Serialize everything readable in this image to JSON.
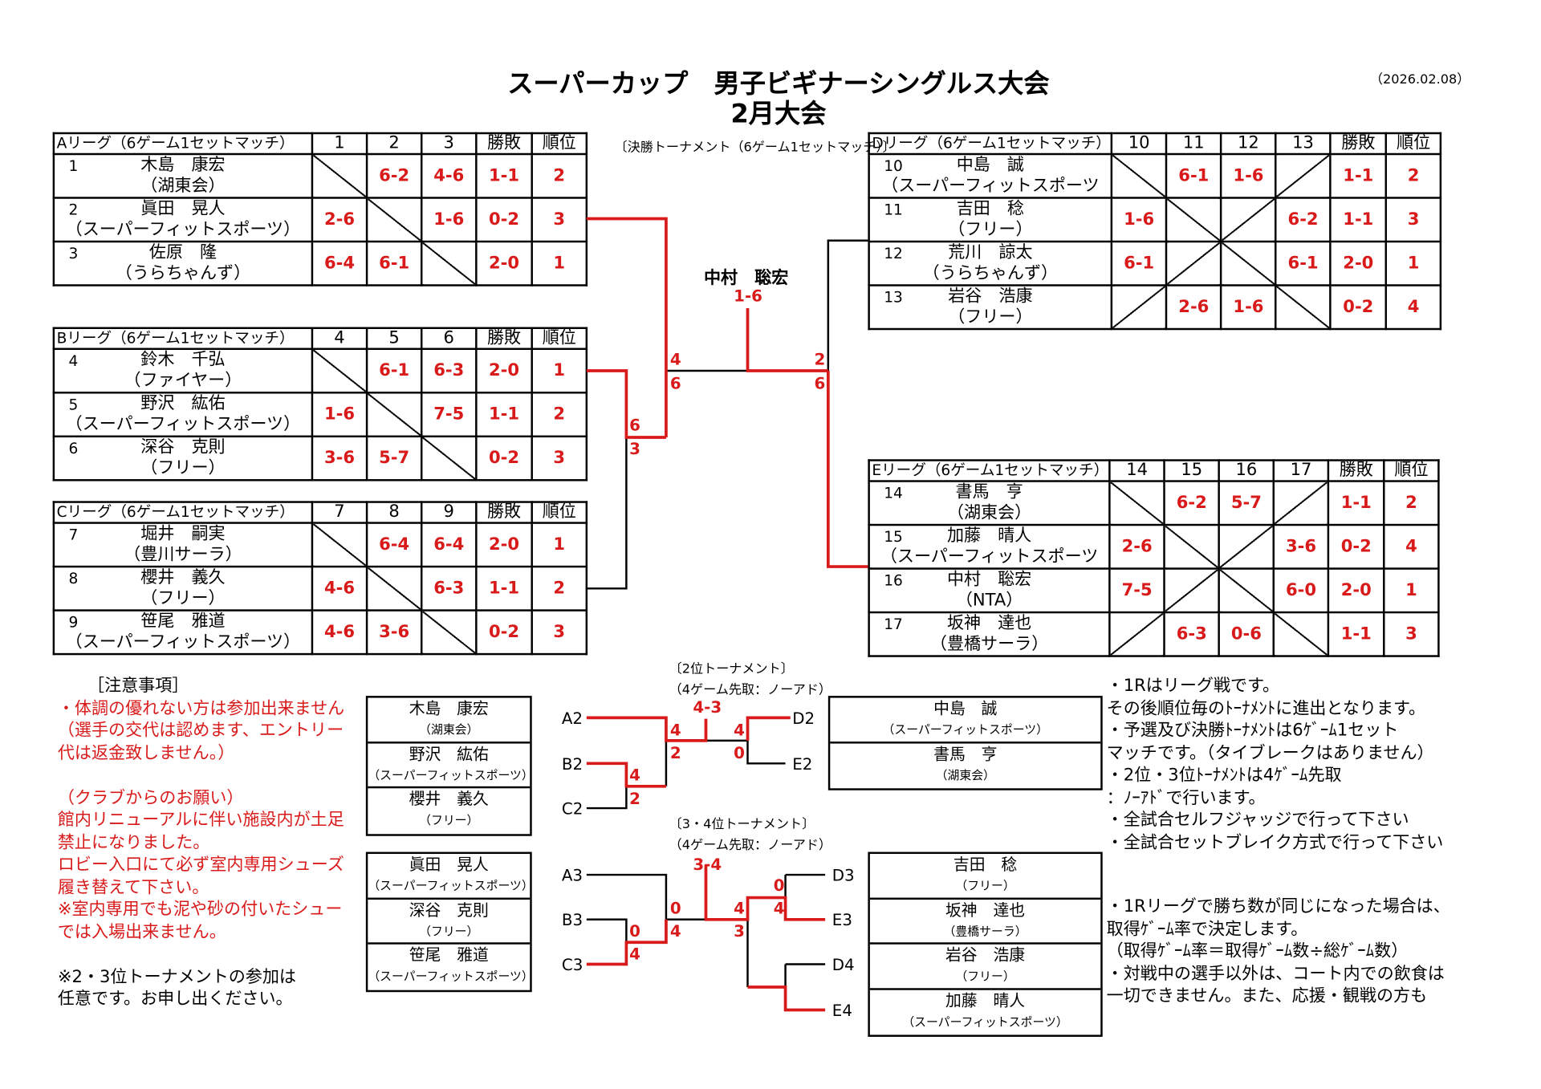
{
  "header": {
    "title": "スーパーカップ　男子ビギナーシングルス大会",
    "subtitle": "2月大会",
    "date": "（2026.02.08）"
  },
  "leagues": [
    {
      "id": "A",
      "title": "Aリーグ（6ゲーム1セットマッチ）",
      "cols": [
        "1",
        "2",
        "3"
      ],
      "wl": "勝敗",
      "rank": "順位",
      "players": [
        {
          "no": "1",
          "name": "木島　康宏",
          "club": "（湖東会）",
          "scores": [
            null,
            "6-2",
            "4-6"
          ],
          "record": "1-1",
          "rank": "2"
        },
        {
          "no": "2",
          "name": "眞田　晃人",
          "club": "（スーパーフィットスポーツ）",
          "scores": [
            "2-6",
            null,
            "1-6"
          ],
          "record": "0-2",
          "rank": "3"
        },
        {
          "no": "3",
          "name": "佐原　隆",
          "club": "（うらちゃんず）",
          "scores": [
            "6-4",
            "6-1",
            null
          ],
          "record": "2-0",
          "rank": "1"
        }
      ]
    },
    {
      "id": "B",
      "title": "Bリーグ（6ゲーム1セットマッチ）",
      "cols": [
        "4",
        "5",
        "6"
      ],
      "wl": "勝敗",
      "rank": "順位",
      "players": [
        {
          "no": "4",
          "name": "鈴木　千弘",
          "club": "（ファイヤー）",
          "scores": [
            null,
            "6-1",
            "6-3"
          ],
          "record": "2-0",
          "rank": "1"
        },
        {
          "no": "5",
          "name": "野沢　紘佑",
          "club": "（スーパーフィットスポーツ）",
          "scores": [
            "1-6",
            null,
            "7-5"
          ],
          "record": "1-1",
          "rank": "2"
        },
        {
          "no": "6",
          "name": "深谷　克則",
          "club": "（フリー）",
          "scores": [
            "3-6",
            "5-7",
            null
          ],
          "record": "0-2",
          "rank": "3"
        }
      ]
    },
    {
      "id": "C",
      "title": "Cリーグ（6ゲーム1セットマッチ）",
      "cols": [
        "7",
        "8",
        "9"
      ],
      "wl": "勝敗",
      "rank": "順位",
      "players": [
        {
          "no": "7",
          "name": "堀井　嗣実",
          "club": "（豊川サーラ）",
          "scores": [
            null,
            "6-4",
            "6-4"
          ],
          "record": "2-0",
          "rank": "1"
        },
        {
          "no": "8",
          "name": "櫻井　義久",
          "club": "（フリー）",
          "scores": [
            "4-6",
            null,
            "6-3"
          ],
          "record": "1-1",
          "rank": "2"
        },
        {
          "no": "9",
          "name": "笹尾　雅道",
          "club": "（スーパーフィットスポーツ）",
          "scores": [
            "4-6",
            "3-6",
            null
          ],
          "record": "0-2",
          "rank": "3"
        }
      ]
    },
    {
      "id": "D",
      "title": "Dリーグ（6ゲーム1セットマッチ）",
      "cols": [
        "10",
        "11",
        "12",
        "13"
      ],
      "wl": "勝敗",
      "rank": "順位",
      "players": [
        {
          "no": "10",
          "name": "中島　誠",
          "club": "（スーパーフィットスポーツ",
          "scores": [
            null,
            "6-1",
            "1-6",
            null
          ],
          "record": "1-1",
          "rank": "2"
        },
        {
          "no": "11",
          "name": "吉田　稔",
          "club": "（フリー）",
          "scores": [
            "1-6",
            null,
            null,
            "6-2"
          ],
          "record": "1-1",
          "rank": "3"
        },
        {
          "no": "12",
          "name": "荒川　諒太",
          "club": "（うらちゃんず）",
          "scores": [
            "6-1",
            null,
            null,
            "6-1"
          ],
          "record": "2-0",
          "rank": "1"
        },
        {
          "no": "13",
          "name": "岩谷　浩康",
          "club": "（フリー）",
          "scores": [
            null,
            "2-6",
            "1-6",
            null
          ],
          "record": "0-2",
          "rank": "4"
        }
      ]
    },
    {
      "id": "E",
      "title": "Eリーグ（6ゲーム1セットマッチ）",
      "cols": [
        "14",
        "15",
        "16",
        "17"
      ],
      "wl": "勝敗",
      "rank": "順位",
      "players": [
        {
          "no": "14",
          "name": "書馬　亨",
          "club": "（湖東会）",
          "scores": [
            null,
            "6-2",
            "5-7",
            null
          ],
          "record": "1-1",
          "rank": "2"
        },
        {
          "no": "15",
          "name": "加藤　晴人",
          "club": "（スーパーフィットスポーツ",
          "scores": [
            "2-6",
            null,
            null,
            "3-6"
          ],
          "record": "0-2",
          "rank": "4"
        },
        {
          "no": "16",
          "name": "中村　聡宏",
          "club": "（NTA）",
          "scores": [
            "7-5",
            null,
            null,
            "6-0"
          ],
          "record": "2-0",
          "rank": "1"
        },
        {
          "no": "17",
          "name": "坂神　達也",
          "club": "（豊橋サーラ）",
          "scores": [
            null,
            "6-3",
            "0-6",
            null
          ],
          "record": "1-1",
          "rank": "3"
        }
      ]
    }
  ],
  "final": {
    "label": "〔決勝トーナメント（6ゲーム1セットマッチ）〕",
    "winner": "中村　聡宏",
    "score": "1-6",
    "s_a": "4",
    "s_bc": "6",
    "s_b": "6",
    "s_c": "3",
    "s_d": "2",
    "s_e": "6"
  },
  "second": {
    "label": "〔2位トーナメント〕",
    "format": "（4ゲーム先取：ノーアド）",
    "score": "4-3",
    "a": "A2",
    "b": "B2",
    "c": "C2",
    "d": "D2",
    "e": "E2",
    "s_a": "4",
    "s_bc": "2",
    "s_b": "4",
    "s_c": "2",
    "s_d": "4",
    "s_e": "0",
    "left": [
      {
        "name": "木島　康宏",
        "club": "（湖東会）"
      },
      {
        "name": "野沢　紘佑",
        "club": "（スーパーフィットスポーツ）"
      },
      {
        "name": "櫻井　義久",
        "club": "（フリー）"
      }
    ],
    "right": [
      {
        "name": "中島　誠",
        "club": "（スーパーフィットスポーツ）"
      },
      {
        "name": "書馬　亨",
        "club": "（湖東会）"
      }
    ]
  },
  "third": {
    "label": "〔3・4位トーナメント〕",
    "format": "（4ゲーム先取：ノーアド）",
    "score": "3-4",
    "a": "A3",
    "b": "B3",
    "c": "C3",
    "d3": "D3",
    "e3": "E3",
    "d4": "D4",
    "e4": "E4",
    "s_a": "0",
    "s_bc": "4",
    "s_b": "0",
    "s_c": "4",
    "s_l": "4",
    "s_r": "3",
    "s_d3": "0",
    "s_e3": "4",
    "left": [
      {
        "name": "眞田　晃人",
        "club": "（スーパーフィットスポーツ）"
      },
      {
        "name": "深谷　克則",
        "club": "（フリー）"
      },
      {
        "name": "笹尾　雅道",
        "club": "（スーパーフィットスポーツ）"
      }
    ],
    "right": [
      {
        "name": "吉田　稔",
        "club": "（フリー）"
      },
      {
        "name": "坂神　達也",
        "club": "（豊橋サーラ）"
      },
      {
        "name": "岩谷　浩康",
        "club": "（フリー）"
      },
      {
        "name": "加藤　晴人",
        "club": "（スーパーフィットスポーツ）"
      }
    ]
  },
  "notes_left": {
    "heading": "［注意事項］",
    "red": [
      "・体調の優れない方は参加出来ません",
      "（選手の交代は認めます、エントリー",
      "代は返金致しません。）",
      "",
      "（クラブからのお願い）",
      "館内リニューアルに伴い施設内が土足",
      "禁止になりました。",
      "ロビー入口にて必ず室内専用シューズ",
      "履き替えて下さい。",
      "※室内専用でも泥や砂の付いたシュー",
      "では入場出来ません。"
    ],
    "black": [
      "※2・3位トーナメントの参加は",
      "任意です。お申し出ください。"
    ]
  },
  "notes_right": {
    "top": [
      "・1Rはリーグ戦です。",
      "その後順位毎のﾄｰﾅﾒﾝﾄに進出となります。",
      "・予選及び決勝ﾄｰﾅﾒﾝﾄは6ｹﾞｰﾑ1セット",
      "マッチです。（タイブレークはありません）",
      "・2位・3位ﾄｰﾅﾒﾝﾄは4ｹﾞｰﾑ先取",
      "：ﾉｰｱﾄﾞで行います。",
      "・全試合セルフジャッジで行って下さい",
      "・全試合セットブレイク方式で行って下さい"
    ],
    "bottom": [
      "・1Rリーグで勝ち数が同じになった場合は、",
      "取得ｹﾞｰﾑ率で決定します。",
      "（取得ｹﾞｰﾑ率＝取得ｹﾞｰﾑ数÷総ｹﾞｰﾑ数）",
      "・対戦中の選手以外は、コート内での飲食は",
      "一切できません。また、応援・観戦の方も"
    ]
  },
  "colors": {
    "accent": "#d91a1a"
  }
}
